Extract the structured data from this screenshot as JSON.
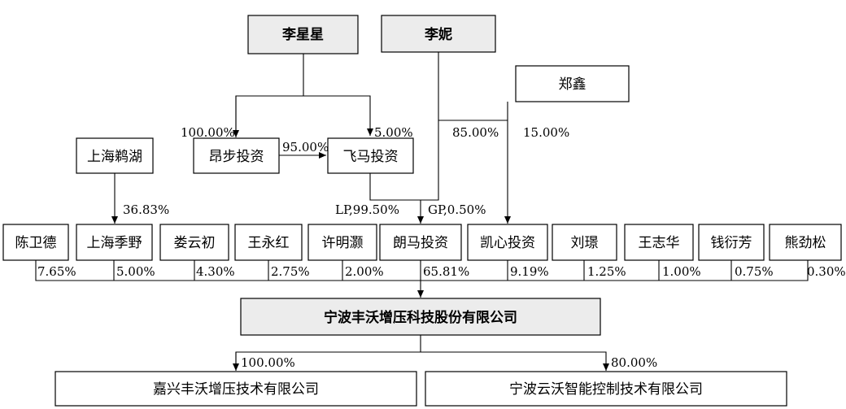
{
  "nodes": {
    "li_xingxing": "李星星",
    "li_ni": "李妮",
    "zheng_xin": "郑鑫",
    "shanghai_penghu": "上海鹈湖",
    "angbu": "昂步投资",
    "feima": "飞马投资",
    "shareholders": [
      "陈卫德",
      "上海季野",
      "娄云初",
      "王永红",
      "许明灏",
      "朗马投资",
      "凯心投资",
      "刘璟",
      "王志华",
      "钱衍芳",
      "熊劲松"
    ],
    "company": "宁波丰沃增压科技股份有限公司",
    "sub_jiaxing": "嘉兴丰沃增压技术有限公司",
    "sub_ningbo": "宁波云沃智能控制技术有限公司"
  },
  "percentages": {
    "to_angbu": "100.00%",
    "to_feima_li": "5.00%",
    "angbu_to_feima": "95.00%",
    "li_ni_to_kaixin": "85.00%",
    "zheng_to_kaixin": "15.00%",
    "penghu_to_jiye": "36.83%",
    "feima_lp": "LP,99.50%",
    "li_ni_gp": "GP,0.50%",
    "shareholders": [
      "7.65%",
      "5.00%",
      "4.30%",
      "2.75%",
      "2.00%",
      "65.81%",
      "9.19%",
      "1.25%",
      "1.00%",
      "0.75%",
      "0.30%"
    ],
    "sub_jiaxing": "100.00%",
    "sub_ningbo": "80.00%"
  }
}
